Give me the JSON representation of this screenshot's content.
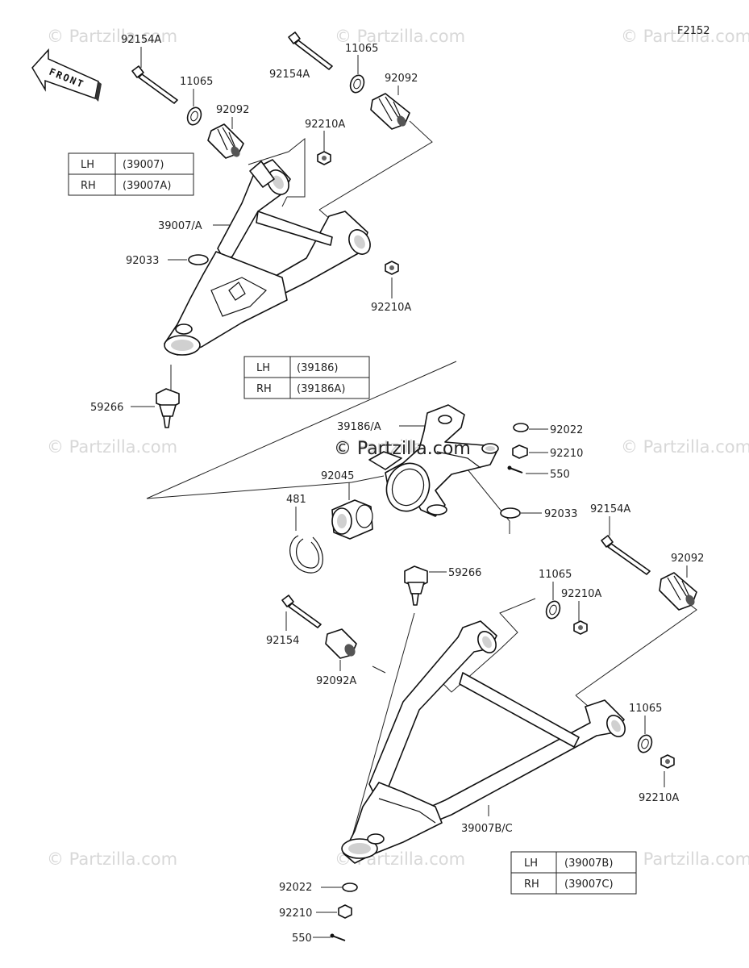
{
  "figure_id": "F2152",
  "front_label": "FRONT",
  "watermarks": [
    "© Partzilla.com",
    "© Partzilla.com",
    "© Partzilla.com",
    "© Partzilla.com",
    "© Partzilla.com",
    "© Partzilla.com",
    "© Partzilla.com",
    "© Partzilla.com",
    "© Partzilla.com"
  ],
  "center_watermark": "© Partzilla.com",
  "labels": {
    "bolt_upper_left": "92154A",
    "washer_upper_left": "11065",
    "bushing_upper_left": "92092",
    "bolt_upper_right": "92154A",
    "washer_upper_right": "11065",
    "bushing_upper_right": "92092",
    "nut_upper_top": "92210A",
    "arm_upper": "39007/A",
    "snap_upper": "92033",
    "nut_upper_bottom": "92210A",
    "balljoint_upper": "59266",
    "knuckle": "39186/A",
    "washer_knuckle": "92022",
    "nut_knuckle": "92210",
    "pin_knuckle": "550",
    "bearing": "92045",
    "circlip": "481",
    "snap_knuckle": "92033",
    "balljoint_lower": "59266",
    "bolt_lower_right": "92154A",
    "bushing_lower_right": "92092",
    "washer_lower_mid": "11065",
    "nut_lower_mid": "92210A",
    "bolt_lower_left": "92154",
    "bushing_lower_left": "92092A",
    "washer_lower_right": "11065",
    "nut_lower_right": "92210A",
    "arm_lower": "39007B/C",
    "washer_bottom": "92022",
    "nut_bottom": "92210",
    "pin_bottom": "550"
  },
  "tables": {
    "upper_arm": [
      {
        "side": "LH",
        "part": "(39007)"
      },
      {
        "side": "RH",
        "part": "(39007A)"
      }
    ],
    "knuckle": [
      {
        "side": "LH",
        "part": "(39186)"
      },
      {
        "side": "RH",
        "part": "(39186A)"
      }
    ],
    "lower_arm": [
      {
        "side": "LH",
        "part": "(39007B)"
      },
      {
        "side": "RH",
        "part": "(39007C)"
      }
    ]
  }
}
